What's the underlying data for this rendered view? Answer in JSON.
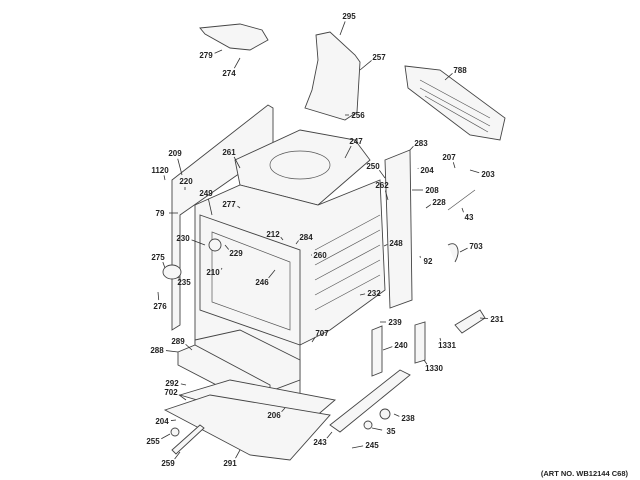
{
  "diagram": {
    "type": "exploded parts diagram",
    "part_labels": [
      "295",
      "279",
      "274",
      "257",
      "788",
      "256",
      "247",
      "283",
      "209",
      "261",
      "207",
      "250",
      "204",
      "1120",
      "203",
      "262",
      "220",
      "208",
      "249",
      "277",
      "228",
      "79",
      "43",
      "212",
      "284",
      "230",
      "248",
      "229",
      "703",
      "260",
      "92",
      "275",
      "210",
      "246",
      "235",
      "232",
      "276",
      "239",
      "231",
      "707",
      "289",
      "288",
      "1331",
      "240",
      "1330",
      "292",
      "702",
      "206",
      "238",
      "204",
      "35",
      "243",
      "255",
      "245",
      "259",
      "291"
    ],
    "art_number": "(ART NO. WB12144 C68)",
    "colors": {
      "line": "#333333",
      "background": "#ffffff"
    }
  }
}
